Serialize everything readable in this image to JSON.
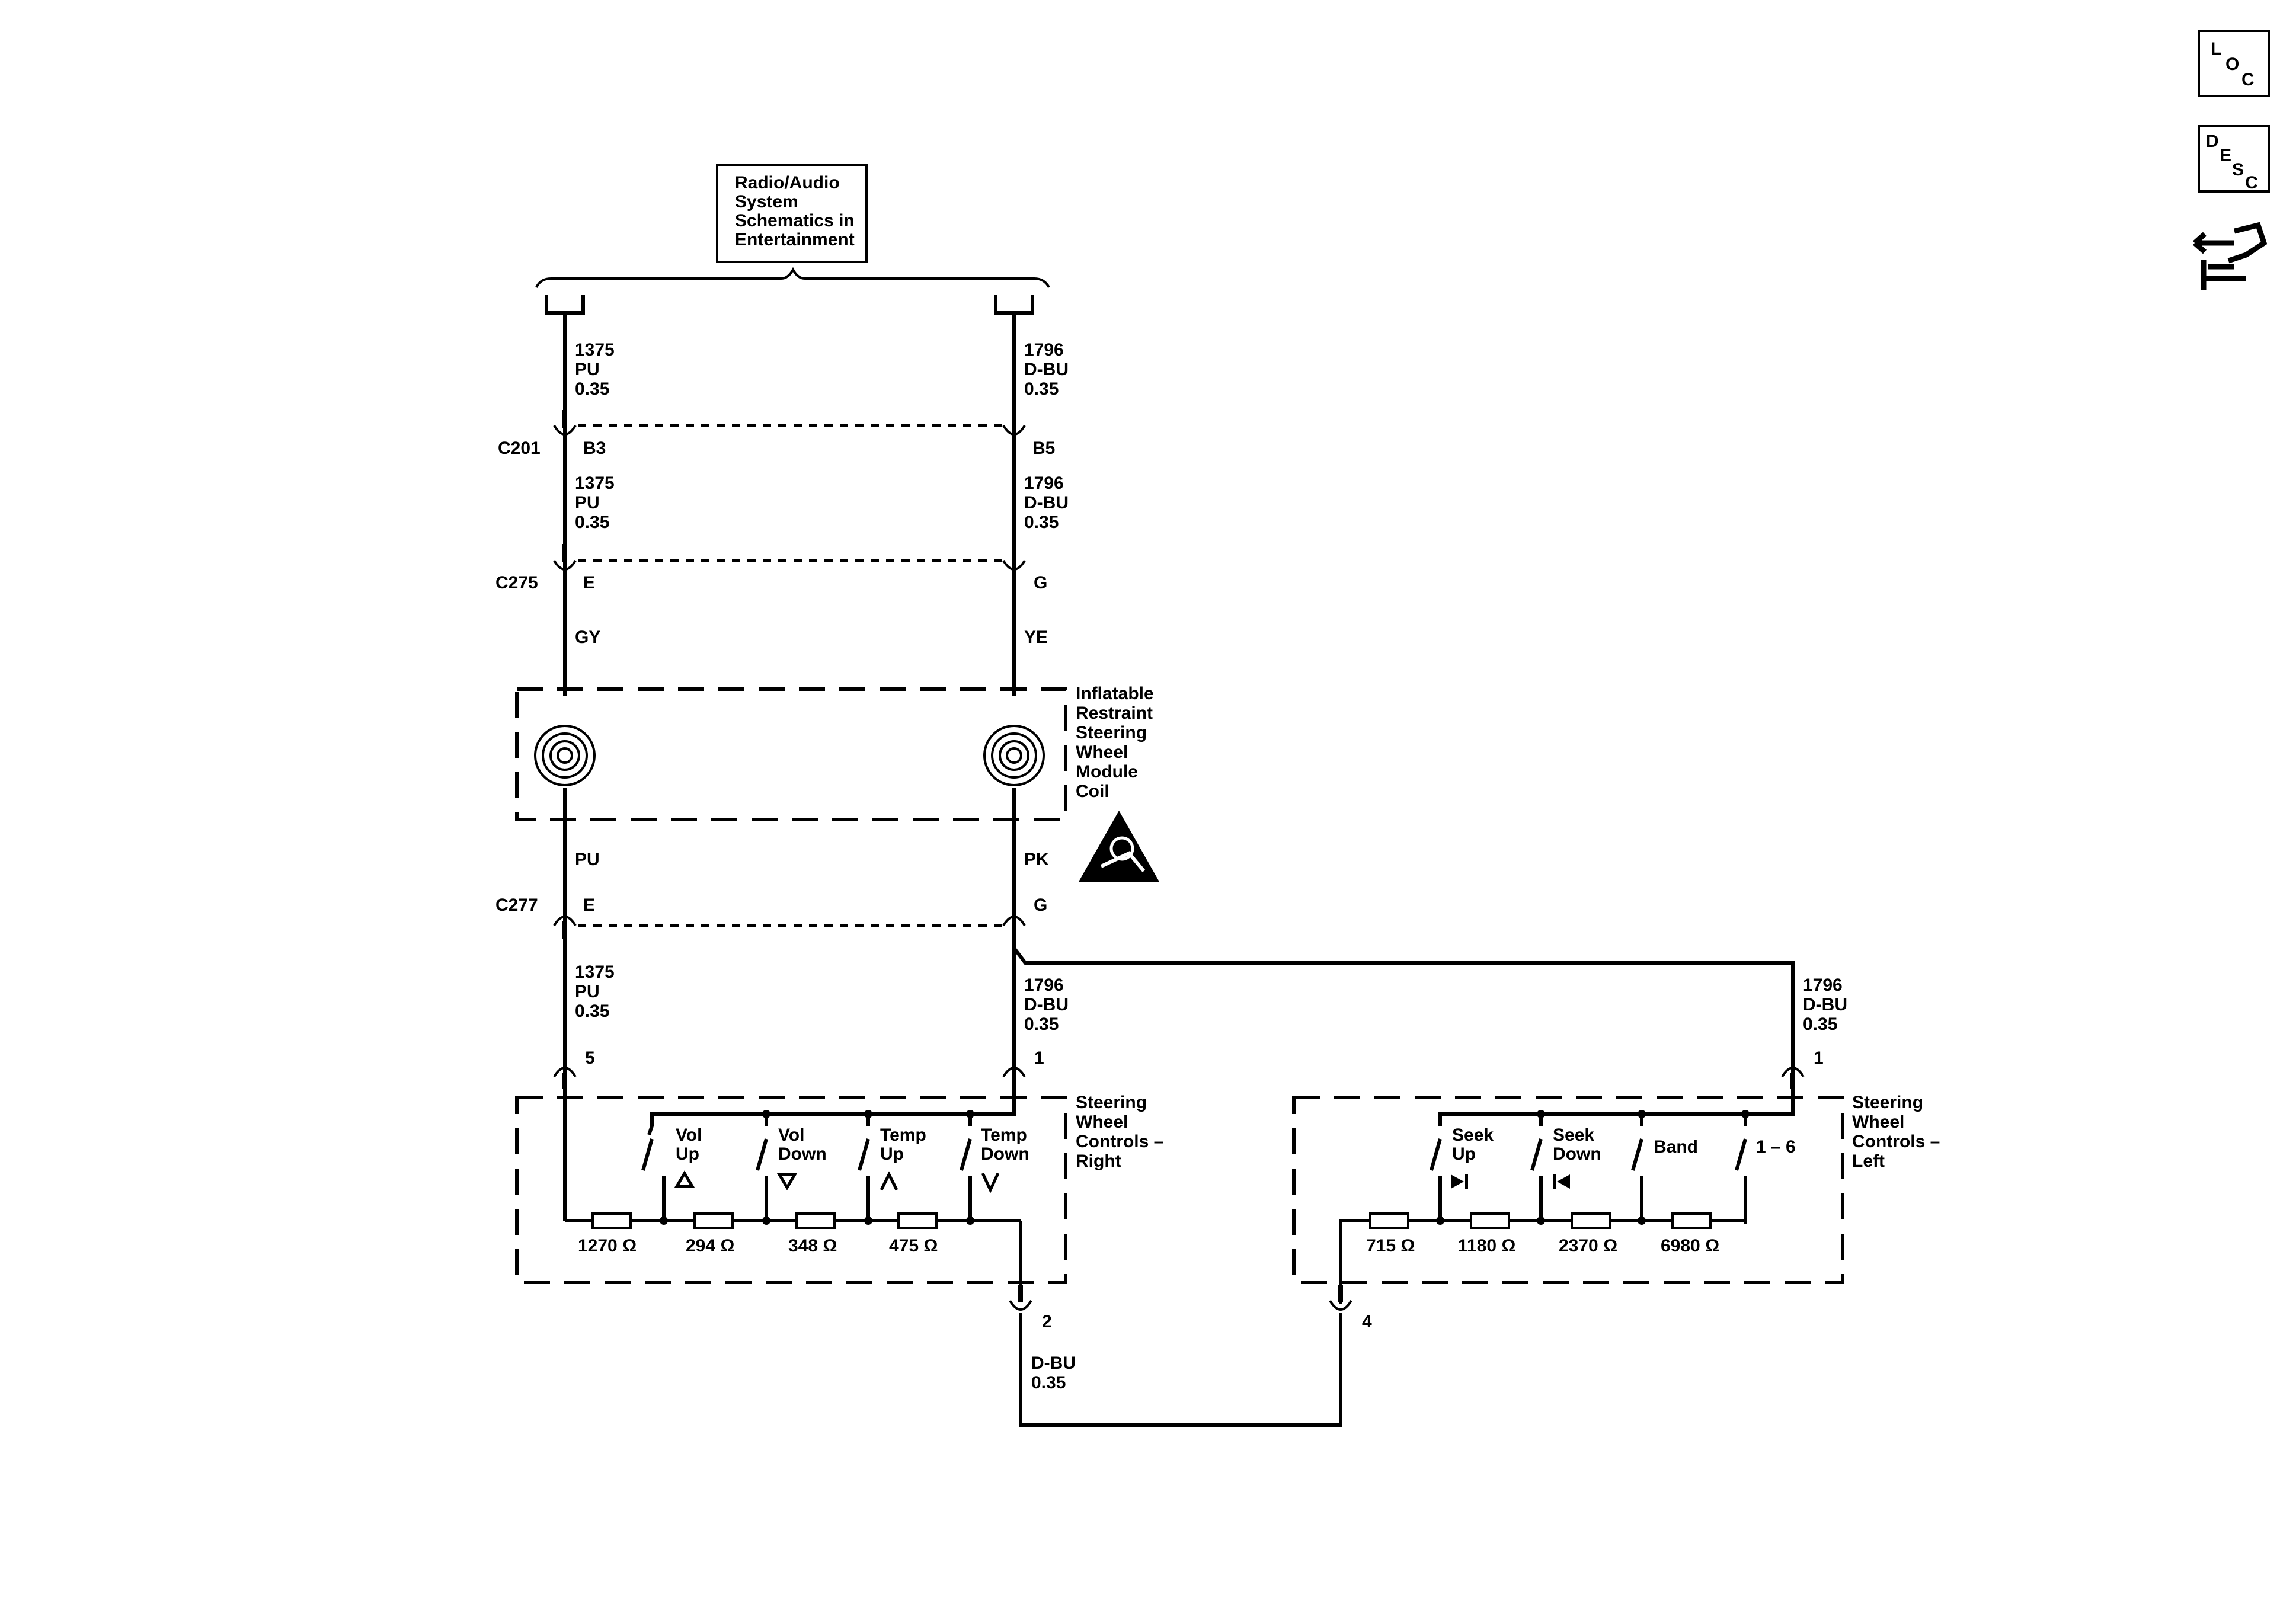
{
  "reference_box": {
    "lines": [
      "Radio/Audio",
      "System",
      "Schematics in",
      "Entertainment"
    ]
  },
  "side_icons": {
    "loc": {
      "l1": "L",
      "l2": "O",
      "l3": "C"
    },
    "desc": {
      "l1": "D",
      "l2": "E",
      "l3": "S",
      "l4": "C"
    },
    "hand_icon": "connector-hand-icon"
  },
  "left_circuit": {
    "seg1": {
      "circuit": "1375",
      "color": "PU",
      "size": "0.35"
    },
    "seg2": {
      "circuit": "1375",
      "color": "PU",
      "size": "0.35"
    },
    "c275_color": "GY",
    "coil_out_color": "PU",
    "seg3": {
      "circuit": "1375",
      "color": "PU",
      "size": "0.35"
    }
  },
  "right_circuit": {
    "seg1": {
      "circuit": "1796",
      "color": "D-BU",
      "size": "0.35"
    },
    "seg2": {
      "circuit": "1796",
      "color": "D-BU",
      "size": "0.35"
    },
    "c275_color": "YE",
    "coil_out_color": "PK",
    "seg3": {
      "circuit": "1796",
      "color": "D-BU",
      "size": "0.35"
    },
    "branch": {
      "circuit": "1796",
      "color": "D-BU",
      "size": "0.35"
    }
  },
  "connectors": {
    "c201": {
      "name": "C201",
      "pin_left": "B3",
      "pin_right": "B5"
    },
    "c275": {
      "name": "C275",
      "pin_left": "E",
      "pin_right": "G"
    },
    "c277": {
      "name": "C277",
      "pin_left": "E",
      "pin_right": "G"
    }
  },
  "coil_module": {
    "lines": [
      "Inflatable",
      "Restraint",
      "Steering",
      "Wheel",
      "Module",
      "Coil"
    ],
    "warning_icon": "airbag-warning-icon"
  },
  "right_controls": {
    "title": [
      "Steering",
      "Wheel",
      "Controls –",
      "Right"
    ],
    "pin_in": "5",
    "pin_a": "1",
    "pin_out": "2",
    "switches": [
      {
        "l1": "Vol",
        "l2": "Up",
        "icon": "triangle-up-icon"
      },
      {
        "l1": "Vol",
        "l2": "Down",
        "icon": "triangle-down-icon"
      },
      {
        "l1": "Temp",
        "l2": "Up",
        "icon": "chevron-up-icon"
      },
      {
        "l1": "Temp",
        "l2": "Down",
        "icon": "chevron-down-icon"
      }
    ],
    "resistors": [
      "1270 Ω",
      "294 Ω",
      "348 Ω",
      "475 Ω"
    ]
  },
  "left_controls": {
    "title": [
      "Steering",
      "Wheel",
      "Controls –",
      "Left"
    ],
    "pin_in": "1",
    "pin_out": "4",
    "switches": [
      {
        "l1": "Seek",
        "l2": "Up",
        "icon": "seek-forward-icon"
      },
      {
        "l1": "Seek",
        "l2": "Down",
        "icon": "seek-back-icon"
      },
      {
        "l1": "Band",
        "l2": ""
      },
      {
        "l1": "1 – 6",
        "l2": ""
      }
    ],
    "resistors": [
      "715 Ω",
      "1180 Ω",
      "2370 Ω",
      "6980 Ω"
    ]
  },
  "ground_wire": {
    "color": "D-BU",
    "size": "0.35"
  }
}
